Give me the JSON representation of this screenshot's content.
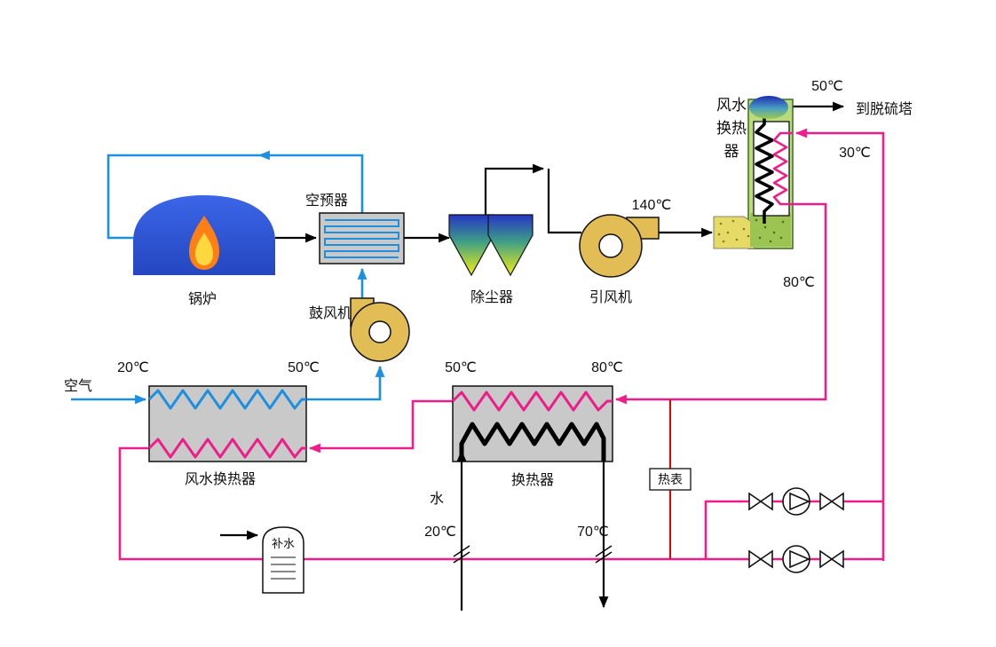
{
  "diagram": "boiler-flue-gas-heat-recovery-system",
  "labels": {
    "air": "空气",
    "boiler": "锅炉",
    "air_preheater": "空预器",
    "blower": "鼓风机",
    "dust_collector": "除尘器",
    "induced_draft_fan": "引风机",
    "flue_hx_line1": "风水",
    "flue_hx_line2": "换热",
    "flue_hx_line3": "器",
    "to_desulfurization_tower": "到脱硫塔",
    "air_water_hx": "风水换热器",
    "heat_exchanger": "换热器",
    "water": "水",
    "heat_meter": "热表",
    "makeup_water": "补水"
  },
  "temperatures": {
    "flue_gas_to_tower": "50℃",
    "water_return": "30℃",
    "flue_gas_after_fan": "140℃",
    "hot_water_supply": "80℃",
    "air_inlet": "20℃",
    "air_outlet": "50℃",
    "hx_water_outlet": "50℃",
    "hx_water_inlet": "80℃",
    "tap_water_inlet": "20℃",
    "tap_water_outlet": "70℃"
  },
  "colors": {
    "air_line": "#1d8fe0",
    "hot_water_line": "#ee1d8a",
    "flue_gas_line": "#000000",
    "heat_meter_line": "#e60000",
    "fan_fill": "#e2bd56",
    "exchanger_box_fill": "#c9c9c9",
    "flue_hx_fill": "#b9db7e",
    "boiler_fill": "#2e55d8"
  }
}
